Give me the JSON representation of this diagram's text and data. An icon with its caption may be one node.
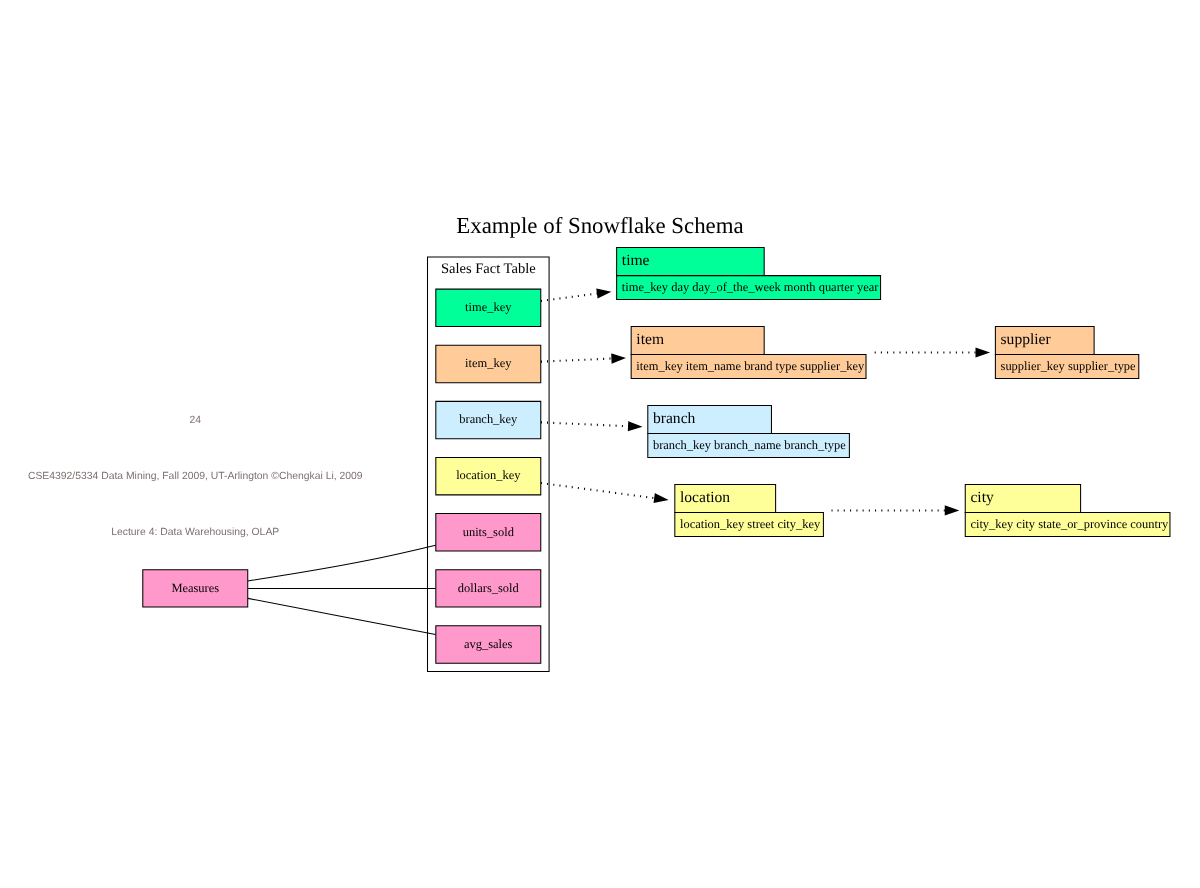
{
  "diagram": {
    "title": "Example of Snowflake Schema",
    "nodes": [
      {
        "text": [
          "time",
          "time_key day day_of_the_week month quarter year"
        ]
      },
      {
        "text": [
          "Sales Fact Table"
        ]
      },
      {
        "text": [
          "time_key"
        ],
        "in": 1
      },
      {
        "text": [
          "item_key"
        ],
        "in": 1
      },
      {
        "text": [
          "branch_key"
        ],
        "in": 1
      },
      {
        "text": [
          "location_key"
        ],
        "in": 1
      },
      {
        "text": [
          "units_sold"
        ],
        "in": 1
      },
      {
        "text": [
          "dollars_sold"
        ],
        "in": 1
      },
      {
        "text": [
          "avg_sales"
        ],
        "in": 1
      },
      {
        "text": [
          "item",
          "item_key item_name brand type supplier_key"
        ]
      },
      {
        "text": [
          "supplier",
          "supplier_key supplier_type"
        ]
      },
      {
        "text": [
          "branch",
          "branch_key branch_name branch_type"
        ]
      },
      {
        "text": [
          "location",
          "location_key street city_key"
        ]
      },
      {
        "text": [
          "city",
          "city_key city state_or_province country"
        ]
      },
      {
        "text": [
          "Measures"
        ]
      }
    ],
    "edges": [
      {
        "from": 2,
        "to": 0,
        "arrow": "to",
        "style": "dashed"
      },
      {
        "from": 3,
        "to": 9,
        "arrow": "to",
        "style": "dashed"
      },
      {
        "from": 9,
        "to": 10,
        "arrow": "to",
        "style": "dashed"
      },
      {
        "from": 4,
        "to": 11,
        "arrow": "to",
        "style": "dashed"
      },
      {
        "from": 5,
        "to": 12,
        "arrow": "to",
        "style": "dashed"
      },
      {
        "from": 12,
        "to": 13,
        "arrow": "to",
        "style": "dashed"
      },
      {
        "from": 14,
        "to": 6,
        "arrow": "none"
      },
      {
        "from": 14,
        "to": 7,
        "arrow": "none"
      },
      {
        "from": 14,
        "to": 8,
        "arrow": "none"
      }
    ],
    "labels": [
      "Lecture 4: Data Warehousing, OLAP",
      "CSE4392/5334 Data Mining, Fall 2009, UT-Arlington ©Chengkai Li, 2009",
      "24"
    ]
  }
}
